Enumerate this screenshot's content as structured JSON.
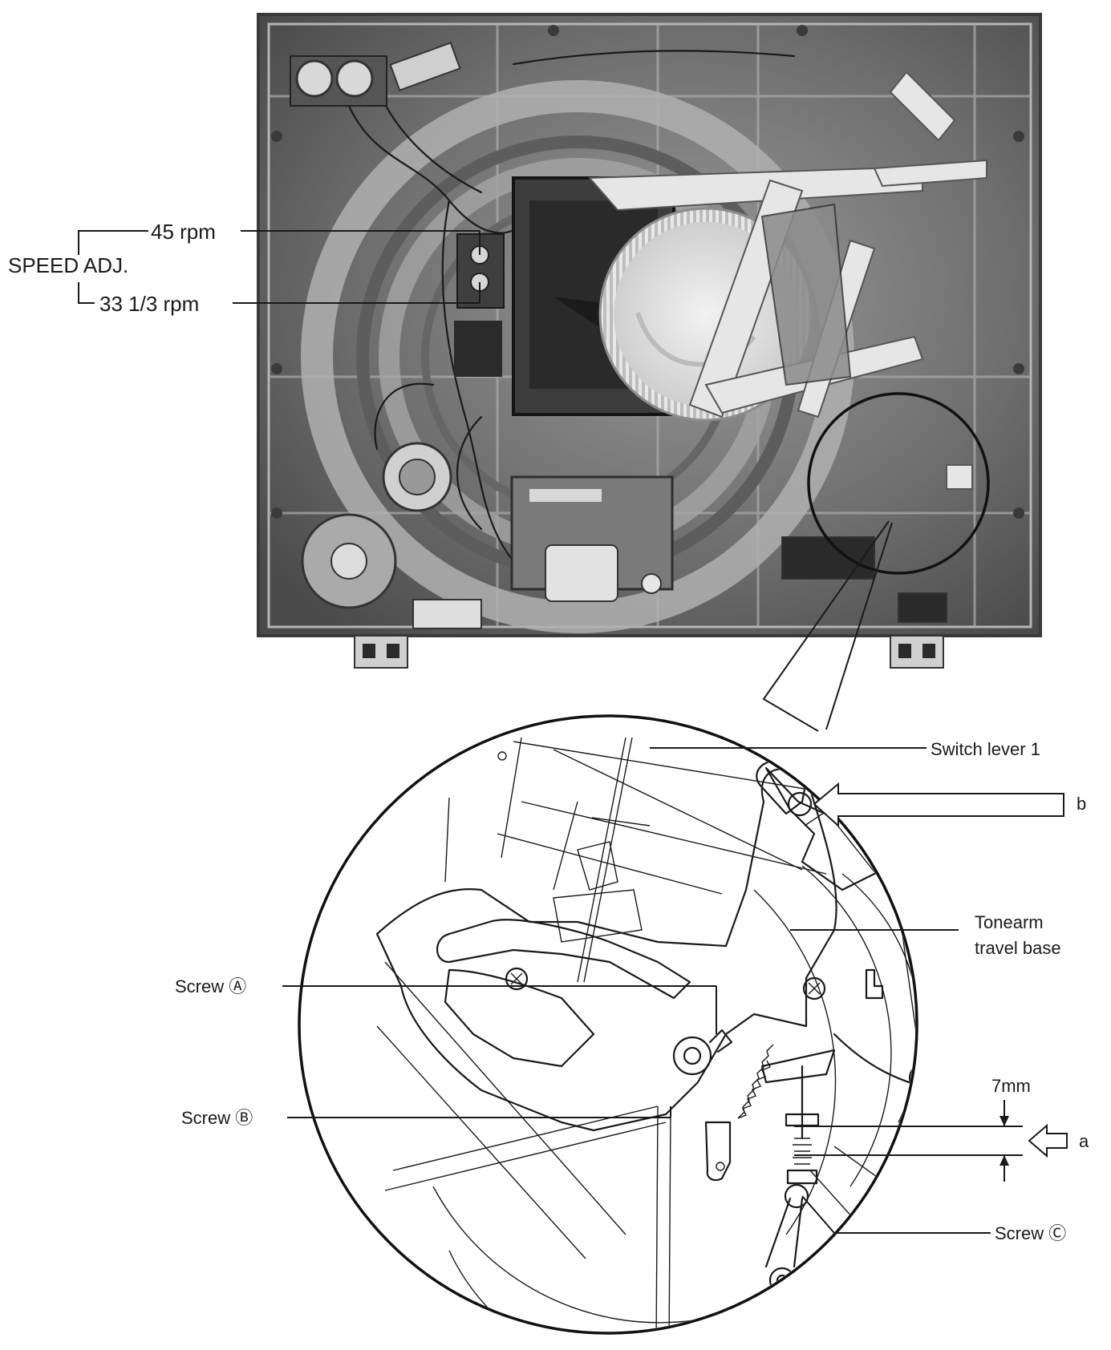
{
  "labels": {
    "speed_adj": "SPEED ADJ.",
    "rpm_45": "45 rpm",
    "rpm_33": "33 1/3 rpm",
    "switch_lever": "Switch lever  1",
    "arrow_b": "b",
    "tonearm_line1": "Tonearm",
    "tonearm_line2": "travel base",
    "screw_a": "Screw Ⓐ",
    "screw_b": "Screw Ⓑ",
    "screw_c": "Screw Ⓒ",
    "gap_7mm": "7mm",
    "arrow_a": "a"
  },
  "colors": {
    "photo_dark": "#2b2b2b",
    "photo_mid": "#7a7a7a",
    "photo_light": "#c9c9c9",
    "ink": "#1a1a1a"
  }
}
